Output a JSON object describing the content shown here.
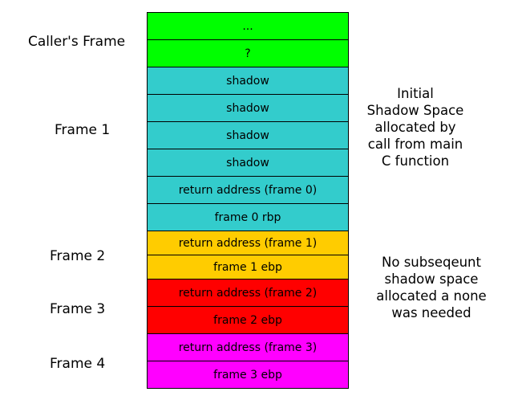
{
  "colors": {
    "caller": "#00ff00",
    "frame1": "#33cccc",
    "frame2": "#ffcc00",
    "frame3": "#ff0000",
    "frame4": "#ff00ff"
  },
  "labels": {
    "caller": "Caller's Frame",
    "frame1": "Frame 1",
    "frame2": "Frame 2",
    "frame3": "Frame 3",
    "frame4": "Frame 4"
  },
  "stack": [
    {
      "text": "...",
      "group": "caller"
    },
    {
      "text": "?",
      "group": "caller"
    },
    {
      "text": "shadow",
      "group": "frame1"
    },
    {
      "text": "shadow",
      "group": "frame1"
    },
    {
      "text": "shadow",
      "group": "frame1"
    },
    {
      "text": "shadow",
      "group": "frame1"
    },
    {
      "text": "return address (frame 0)",
      "group": "frame1"
    },
    {
      "text": "frame 0 rbp",
      "group": "frame1"
    },
    {
      "text": "return address (frame 1)",
      "group": "frame2"
    },
    {
      "text": "frame 1 ebp",
      "group": "frame2"
    },
    {
      "text": "return address (frame 2)",
      "group": "frame3"
    },
    {
      "text": "frame 2 ebp",
      "group": "frame3"
    },
    {
      "text": "return address (frame 3)",
      "group": "frame4"
    },
    {
      "text": "frame 3 ebp",
      "group": "frame4"
    }
  ],
  "notes": {
    "initial": [
      "Initial",
      "Shadow Space",
      "allocated by",
      "call from main",
      "C function"
    ],
    "subsequent": [
      "No subseqeunt",
      "shadow space",
      "allocated a none",
      "was needed"
    ]
  }
}
